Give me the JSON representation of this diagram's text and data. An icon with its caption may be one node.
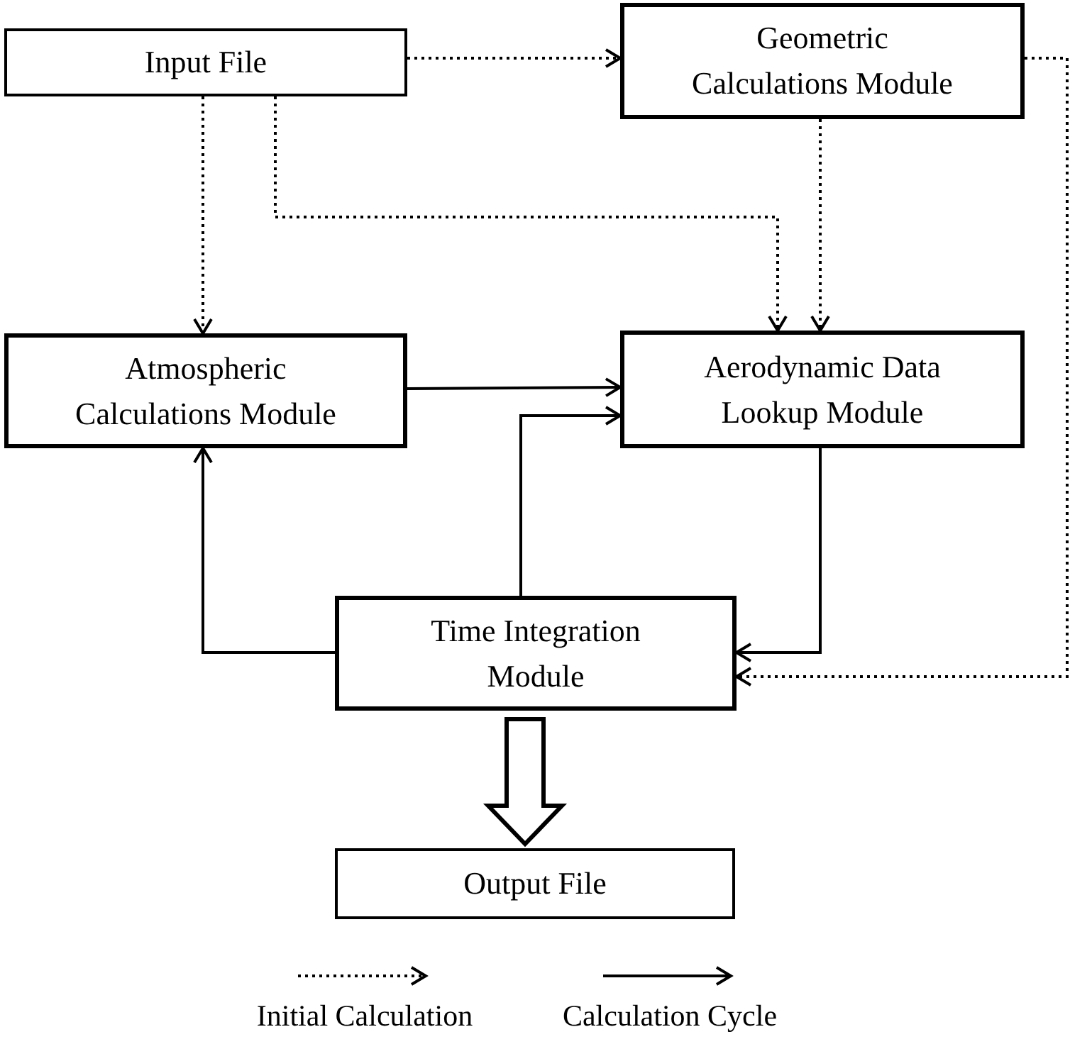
{
  "diagram": {
    "nodes": [
      {
        "text": [
          "Input File"
        ]
      },
      {
        "text": [
          "Geometric Calculations Module"
        ]
      },
      {
        "text": [
          "Atmospheric Calculations Module"
        ]
      },
      {
        "text": [
          "Aerodynamic Data Lookup Module"
        ]
      },
      {
        "text": [
          "Time Integration Module"
        ]
      },
      {
        "text": [
          "Output File"
        ]
      }
    ],
    "edges": [
      {
        "from": 0,
        "to": 1,
        "arrow": "to",
        "style": "dashed"
      },
      {
        "from": 0,
        "to": 2,
        "arrow": "to",
        "style": "dashed"
      },
      {
        "from": 0,
        "to": 3,
        "arrow": "to",
        "style": "dashed"
      },
      {
        "from": 1,
        "to": 3,
        "arrow": "to",
        "style": "dashed"
      },
      {
        "from": 1,
        "to": 4,
        "arrow": "to",
        "style": "dashed"
      },
      {
        "from": 2,
        "to": 3,
        "arrow": "to"
      },
      {
        "from": 4,
        "to": 3,
        "arrow": "to"
      },
      {
        "from": 3,
        "to": 4,
        "arrow": "to"
      },
      {
        "from": 4,
        "to": 2,
        "arrow": "to"
      },
      {
        "from": 4,
        "to": 5,
        "arrow": "to",
        "style": "thick"
      }
    ],
    "legend": [
      {
        "text": "Initial Calculation"
      },
      {
        "text": "Calculation Cycle"
      }
    ]
  }
}
